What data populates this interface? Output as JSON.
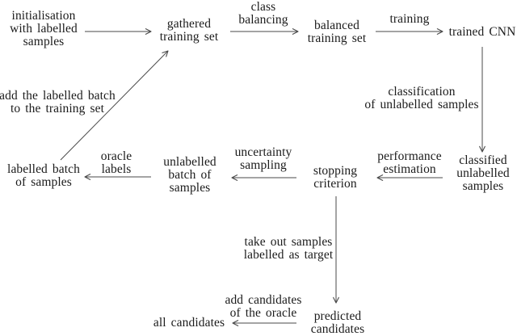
{
  "diagram": {
    "title_semantic": "active learning training loop flowchart",
    "colors": {
      "background": "#ffffff",
      "text": "#1b1b1b",
      "arrow": "#4a4a4a"
    },
    "nodes": {
      "initialisation": {
        "lines": [
          "initialisation",
          "with labelled",
          "samples"
        ]
      },
      "gathered": {
        "lines": [
          "gathered",
          "training set"
        ]
      },
      "balanced": {
        "lines": [
          "balanced",
          "training set"
        ]
      },
      "trained_cnn": {
        "lines": [
          "trained CNN"
        ]
      },
      "classified": {
        "lines": [
          "classified",
          "unlabelled",
          "samples"
        ]
      },
      "stopping": {
        "lines": [
          "stopping",
          "criterion"
        ]
      },
      "unlabelled_batch": {
        "lines": [
          "unlabelled",
          "batch of",
          "samples"
        ]
      },
      "labelled_batch": {
        "lines": [
          "labelled batch",
          "of samples"
        ]
      },
      "predicted": {
        "lines": [
          "predicted",
          "candidates"
        ]
      },
      "all_candidates": {
        "lines": [
          "all candidates"
        ]
      }
    },
    "edge_labels": {
      "class_balancing": {
        "lines": [
          "class",
          "balancing"
        ]
      },
      "training": {
        "lines": [
          "training"
        ]
      },
      "classification": {
        "lines": [
          "classification",
          "of unlabelled samples"
        ]
      },
      "performance": {
        "lines": [
          "performance",
          "estimation"
        ]
      },
      "uncertainty": {
        "lines": [
          "uncertainty",
          "sampling"
        ]
      },
      "oracle": {
        "lines": [
          "oracle",
          "labels"
        ]
      },
      "add_batch": {
        "lines": [
          "add the labelled batch",
          "to the training set"
        ]
      },
      "take_out": {
        "lines": [
          "take out samples",
          "labelled as target"
        ]
      },
      "add_candidates": {
        "lines": [
          "add candidates",
          "of the oracle"
        ]
      }
    },
    "edges": [
      {
        "from": "initialisation with labelled samples",
        "to": "gathered training set",
        "label": ""
      },
      {
        "from": "gathered training set",
        "to": "balanced training set",
        "label": "class balancing"
      },
      {
        "from": "balanced training set",
        "to": "trained CNN",
        "label": "training"
      },
      {
        "from": "trained CNN",
        "to": "classified unlabelled samples",
        "label": "classification of unlabelled samples"
      },
      {
        "from": "classified unlabelled samples",
        "to": "stopping criterion",
        "label": "performance estimation"
      },
      {
        "from": "stopping criterion",
        "to": "unlabelled batch of samples",
        "label": "uncertainty sampling"
      },
      {
        "from": "unlabelled batch of samples",
        "to": "labelled batch of samples",
        "label": "oracle labels"
      },
      {
        "from": "labelled batch of samples",
        "to": "gathered training set",
        "label": "add the labelled batch to the training set"
      },
      {
        "from": "stopping criterion",
        "to": "predicted candidates",
        "label": "take out samples labelled as target"
      },
      {
        "from": "predicted candidates",
        "to": "all candidates",
        "label": "add candidates of the oracle"
      }
    ]
  }
}
